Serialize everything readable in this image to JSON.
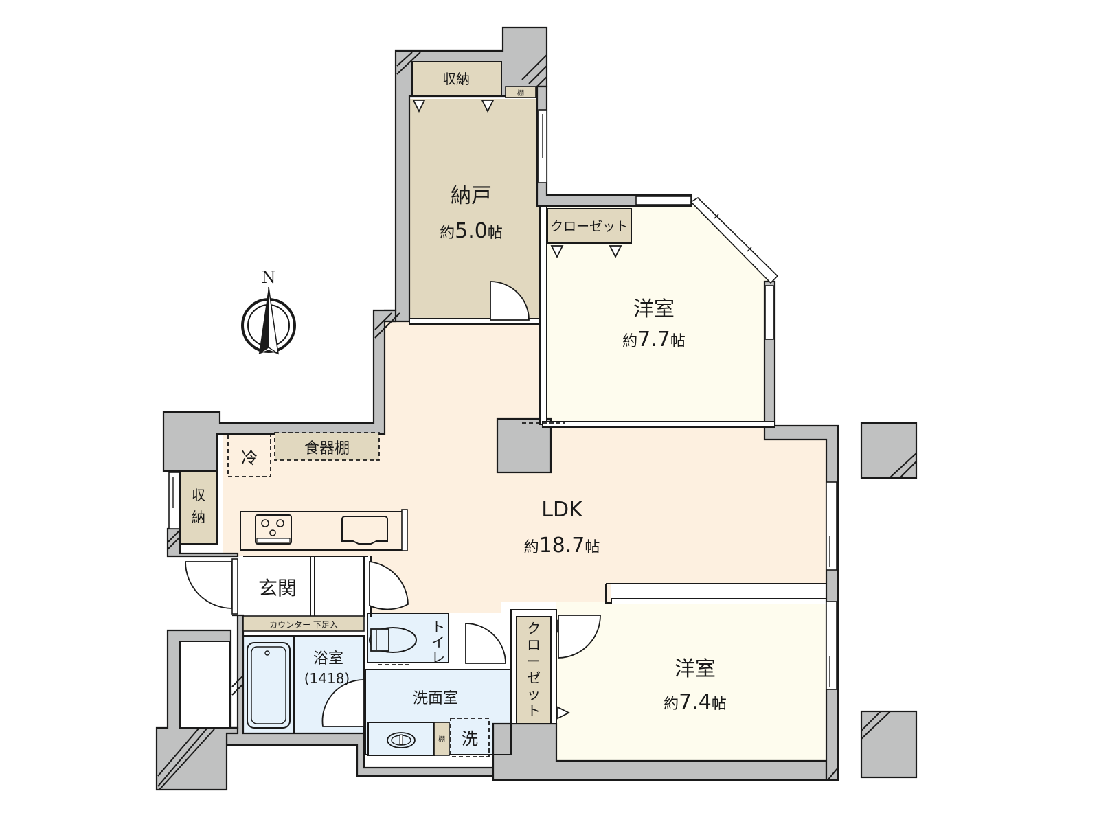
{
  "colors": {
    "wall": "#c0c1c1",
    "ldk": "#fdf0e0",
    "western_room": "#fefcee",
    "storage": "#e1d8bf",
    "wet_area": "#e6f2fb",
    "entrance": "#ffffff",
    "line": "#1a1a1a"
  },
  "compass": {
    "label": "N",
    "icon": "north-arrow-icon"
  },
  "rooms": {
    "nando": {
      "name": "納戸",
      "area_prefix": "約",
      "area_value": "5.0",
      "area_unit": "帖"
    },
    "western_north": {
      "name": "洋室",
      "area_prefix": "約",
      "area_value": "7.7",
      "area_unit": "帖"
    },
    "ldk": {
      "name": "LDK",
      "area_prefix": "約",
      "area_value": "18.7",
      "area_unit": "帖"
    },
    "western_south": {
      "name": "洋室",
      "area_prefix": "約",
      "area_value": "7.4",
      "area_unit": "帖"
    },
    "entrance": {
      "name": "玄関"
    },
    "bathroom": {
      "name": "浴室",
      "size": "(1418)"
    },
    "washroom": {
      "name": "洗面室"
    },
    "toilet": {
      "name": "トイレ"
    }
  },
  "fixtures": {
    "nando_storage": "収納",
    "nando_shelf": "棚",
    "closet_north": "クローゼット",
    "closet_south": "クローゼット",
    "fridge": "冷",
    "cupboard": "食器棚",
    "ldk_storage": "収納",
    "shoe_counter": "カウンター 下足入",
    "wash_machine": "洗",
    "wash_shelf": "棚"
  }
}
